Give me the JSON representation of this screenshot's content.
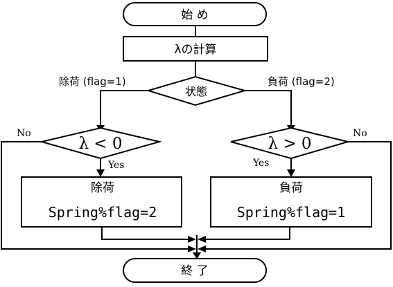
{
  "flowchart": {
    "start": {
      "label": "始 め"
    },
    "compute": {
      "label": "λの計算"
    },
    "state": {
      "label": "状態"
    },
    "branch_left": {
      "label": "除荷 (flag=1)"
    },
    "branch_right": {
      "label": "負荷 (flag=2)"
    },
    "cond_left": {
      "label": "λ < 0",
      "yes": "Yes",
      "no": "No"
    },
    "cond_right": {
      "label": "λ > 0",
      "yes": "Yes",
      "no": "No"
    },
    "proc_left": {
      "title": "除荷",
      "body": "Spring%flag=2"
    },
    "proc_right": {
      "title": "負荷",
      "body": "Spring%flag=1"
    },
    "end": {
      "label": "終 了"
    }
  }
}
